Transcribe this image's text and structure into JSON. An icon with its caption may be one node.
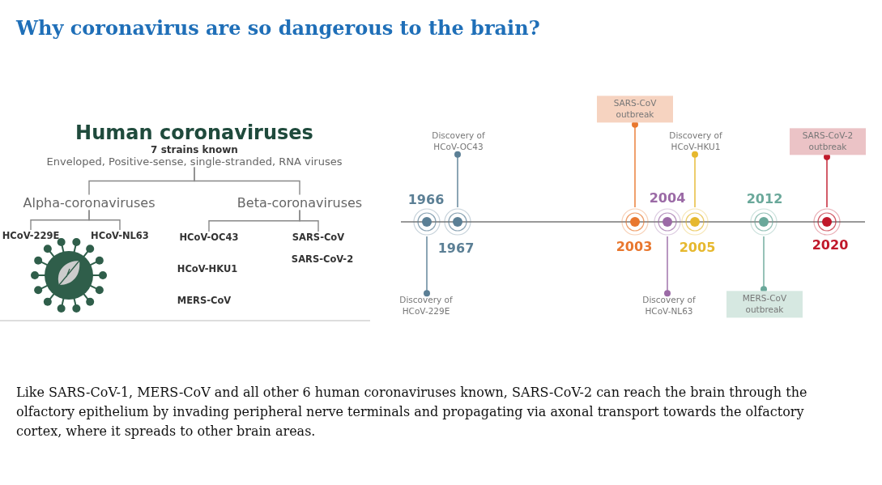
{
  "diagram": {
    "title": "Why coronavirus are so dangerous to the brain?",
    "caption": "Like SARS-CoV-1, MERS-CoV and all other 6 human coronaviruses known, SARS-CoV-2 can reach the brain through the olfactory epithelium by invading peripheral nerve terminals and propagating via axonal transport towards the olfactory cortex, where it spreads to other brain areas.",
    "nodes": [
      {
        "text": [
          "Human coronaviruses",
          "7 strains known",
          "Enveloped, Positive-sense, single-stranded, RNA viruses"
        ]
      },
      {
        "text": [
          "Alpha-coronaviruses"
        ]
      },
      {
        "text": [
          "Beta-coronaviruses"
        ]
      },
      {
        "text": [
          "HCoV-229E"
        ]
      },
      {
        "text": [
          "HCoV-NL63"
        ]
      },
      {
        "text": [
          "HCoV-OC43"
        ]
      },
      {
        "text": [
          "SARS-CoV"
        ]
      },
      {
        "text": [],
        "shape": "circle"
      },
      {
        "text": [
          "Discovery of HCoV-229E"
        ]
      },
      {
        "text": [],
        "shape": "circle"
      },
      {
        "text": [
          "Discovery of HCoV-OC43"
        ]
      },
      {
        "text": [],
        "shape": "circle"
      },
      {
        "text": [
          "SARS-CoV outbreak"
        ]
      },
      {
        "text": [],
        "shape": "circle"
      },
      {
        "text": [
          "Discovery of HCoV-NL63"
        ]
      },
      {
        "text": [],
        "shape": "circle"
      },
      {
        "text": [
          "Discovery of HCoV-HKU1"
        ]
      },
      {
        "text": [],
        "shape": "circle"
      },
      {
        "text": [
          "MERS-CoV outbreak"
        ]
      },
      {
        "text": [],
        "shape": "circle"
      },
      {
        "text": [
          "SARS-CoV-2 outbreak"
        ]
      }
    ],
    "edges": [
      {
        "from": 0,
        "to": 1,
        "arrow": "none"
      },
      {
        "from": 0,
        "to": 2,
        "arrow": "none"
      },
      {
        "from": 1,
        "to": 3,
        "arrow": "none"
      },
      {
        "from": 1,
        "to": 4,
        "arrow": "none"
      },
      {
        "from": 2,
        "to": 5,
        "arrow": "none"
      },
      {
        "from": 2,
        "to": 6,
        "arrow": "none"
      },
      {
        "from": 7,
        "to": 8,
        "arrow": "other",
        "color": "#5b7f95"
      },
      {
        "from": 9,
        "to": 10,
        "arrow": "other",
        "color": "#5b7f95"
      },
      {
        "from": 11,
        "to": 12,
        "arrow": "other",
        "color": "#e8772e"
      },
      {
        "from": 13,
        "to": 14,
        "arrow": "other",
        "color": "#9b6aa6"
      },
      {
        "from": 15,
        "to": 16,
        "arrow": "other",
        "color": "#e6b82e"
      },
      {
        "from": 17,
        "to": 18,
        "arrow": "other",
        "color": "#6aa89a"
      },
      {
        "from": 19,
        "to": 20,
        "arrow": "other",
        "color": "#c0182a"
      }
    ],
    "labels": [
      "SARS-CoV-2",
      "HCoV-HKU1",
      "MERS-CoV",
      "1966",
      "1967",
      "2003",
      "2004",
      "2005",
      "2012",
      "2020"
    ]
  }
}
